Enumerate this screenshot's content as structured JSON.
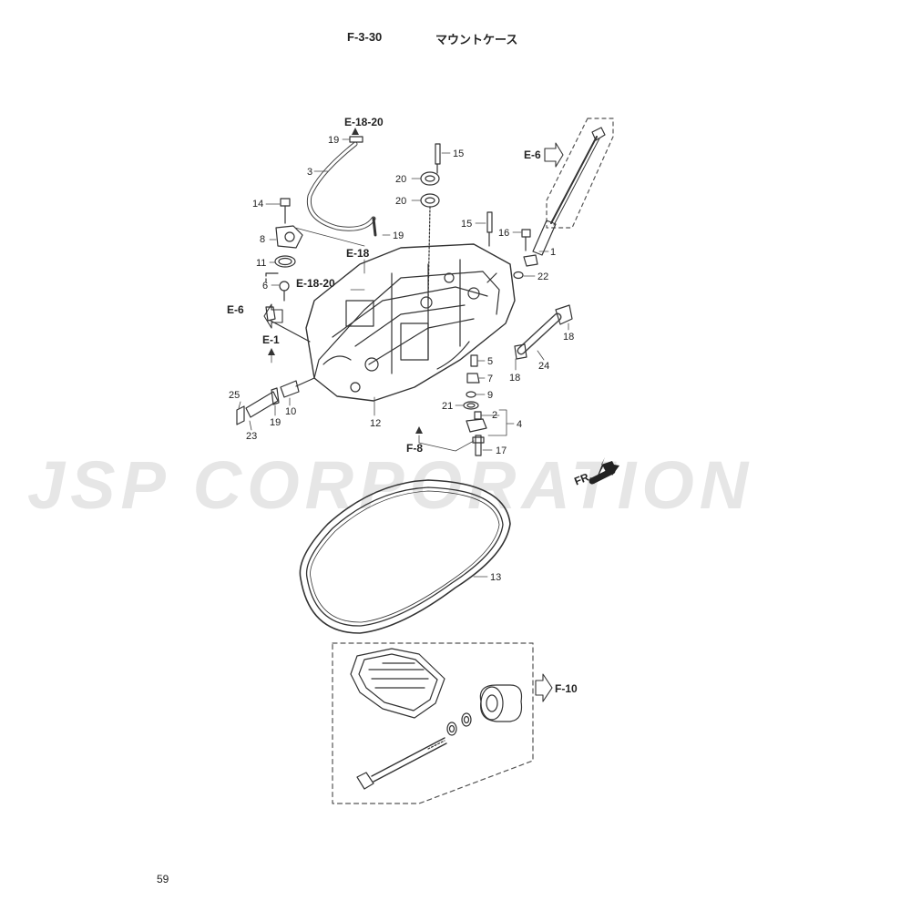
{
  "header": {
    "code": "F-3-30",
    "title": "マウントケース"
  },
  "watermark": "JSP CORPORATION",
  "page_number": "59",
  "front_label": "FR.",
  "part_labels": [
    {
      "key": "p19a",
      "text": "19"
    },
    {
      "key": "p3",
      "text": "3"
    },
    {
      "key": "p14",
      "text": "14"
    },
    {
      "key": "p8",
      "text": "8"
    },
    {
      "key": "p19b",
      "text": "19"
    },
    {
      "key": "p11",
      "text": "11"
    },
    {
      "key": "p6",
      "text": "6"
    },
    {
      "key": "p15a",
      "text": "15"
    },
    {
      "key": "p20a",
      "text": "20"
    },
    {
      "key": "p20b",
      "text": "20"
    },
    {
      "key": "p15b",
      "text": "15"
    },
    {
      "key": "p16",
      "text": "16"
    },
    {
      "key": "p1",
      "text": "1"
    },
    {
      "key": "p22",
      "text": "22"
    },
    {
      "key": "p18a",
      "text": "18"
    },
    {
      "key": "p18b",
      "text": "18"
    },
    {
      "key": "p24",
      "text": "24"
    },
    {
      "key": "p5",
      "text": "5"
    },
    {
      "key": "p7",
      "text": "7"
    },
    {
      "key": "p9",
      "text": "9"
    },
    {
      "key": "p21",
      "text": "21"
    },
    {
      "key": "p2",
      "text": "2"
    },
    {
      "key": "p4",
      "text": "4"
    },
    {
      "key": "p17",
      "text": "17"
    },
    {
      "key": "p12",
      "text": "12"
    },
    {
      "key": "p25",
      "text": "25"
    },
    {
      "key": "p23",
      "text": "23"
    },
    {
      "key": "p19c",
      "text": "19"
    },
    {
      "key": "p10",
      "text": "10"
    },
    {
      "key": "p13",
      "text": "13"
    }
  ],
  "section_refs": [
    {
      "key": "e1820a",
      "text": "E-18-20"
    },
    {
      "key": "e18",
      "text": "E-18"
    },
    {
      "key": "e1820b",
      "text": "E-18-20"
    },
    {
      "key": "e6a",
      "text": "E-6"
    },
    {
      "key": "e6b",
      "text": "E-6"
    },
    {
      "key": "e1",
      "text": "E-1"
    },
    {
      "key": "f8",
      "text": "F-8"
    },
    {
      "key": "f10",
      "text": "F-10"
    }
  ],
  "colors": {
    "line": "#333333",
    "watermark": "#e6e6e6",
    "text": "#222222"
  }
}
